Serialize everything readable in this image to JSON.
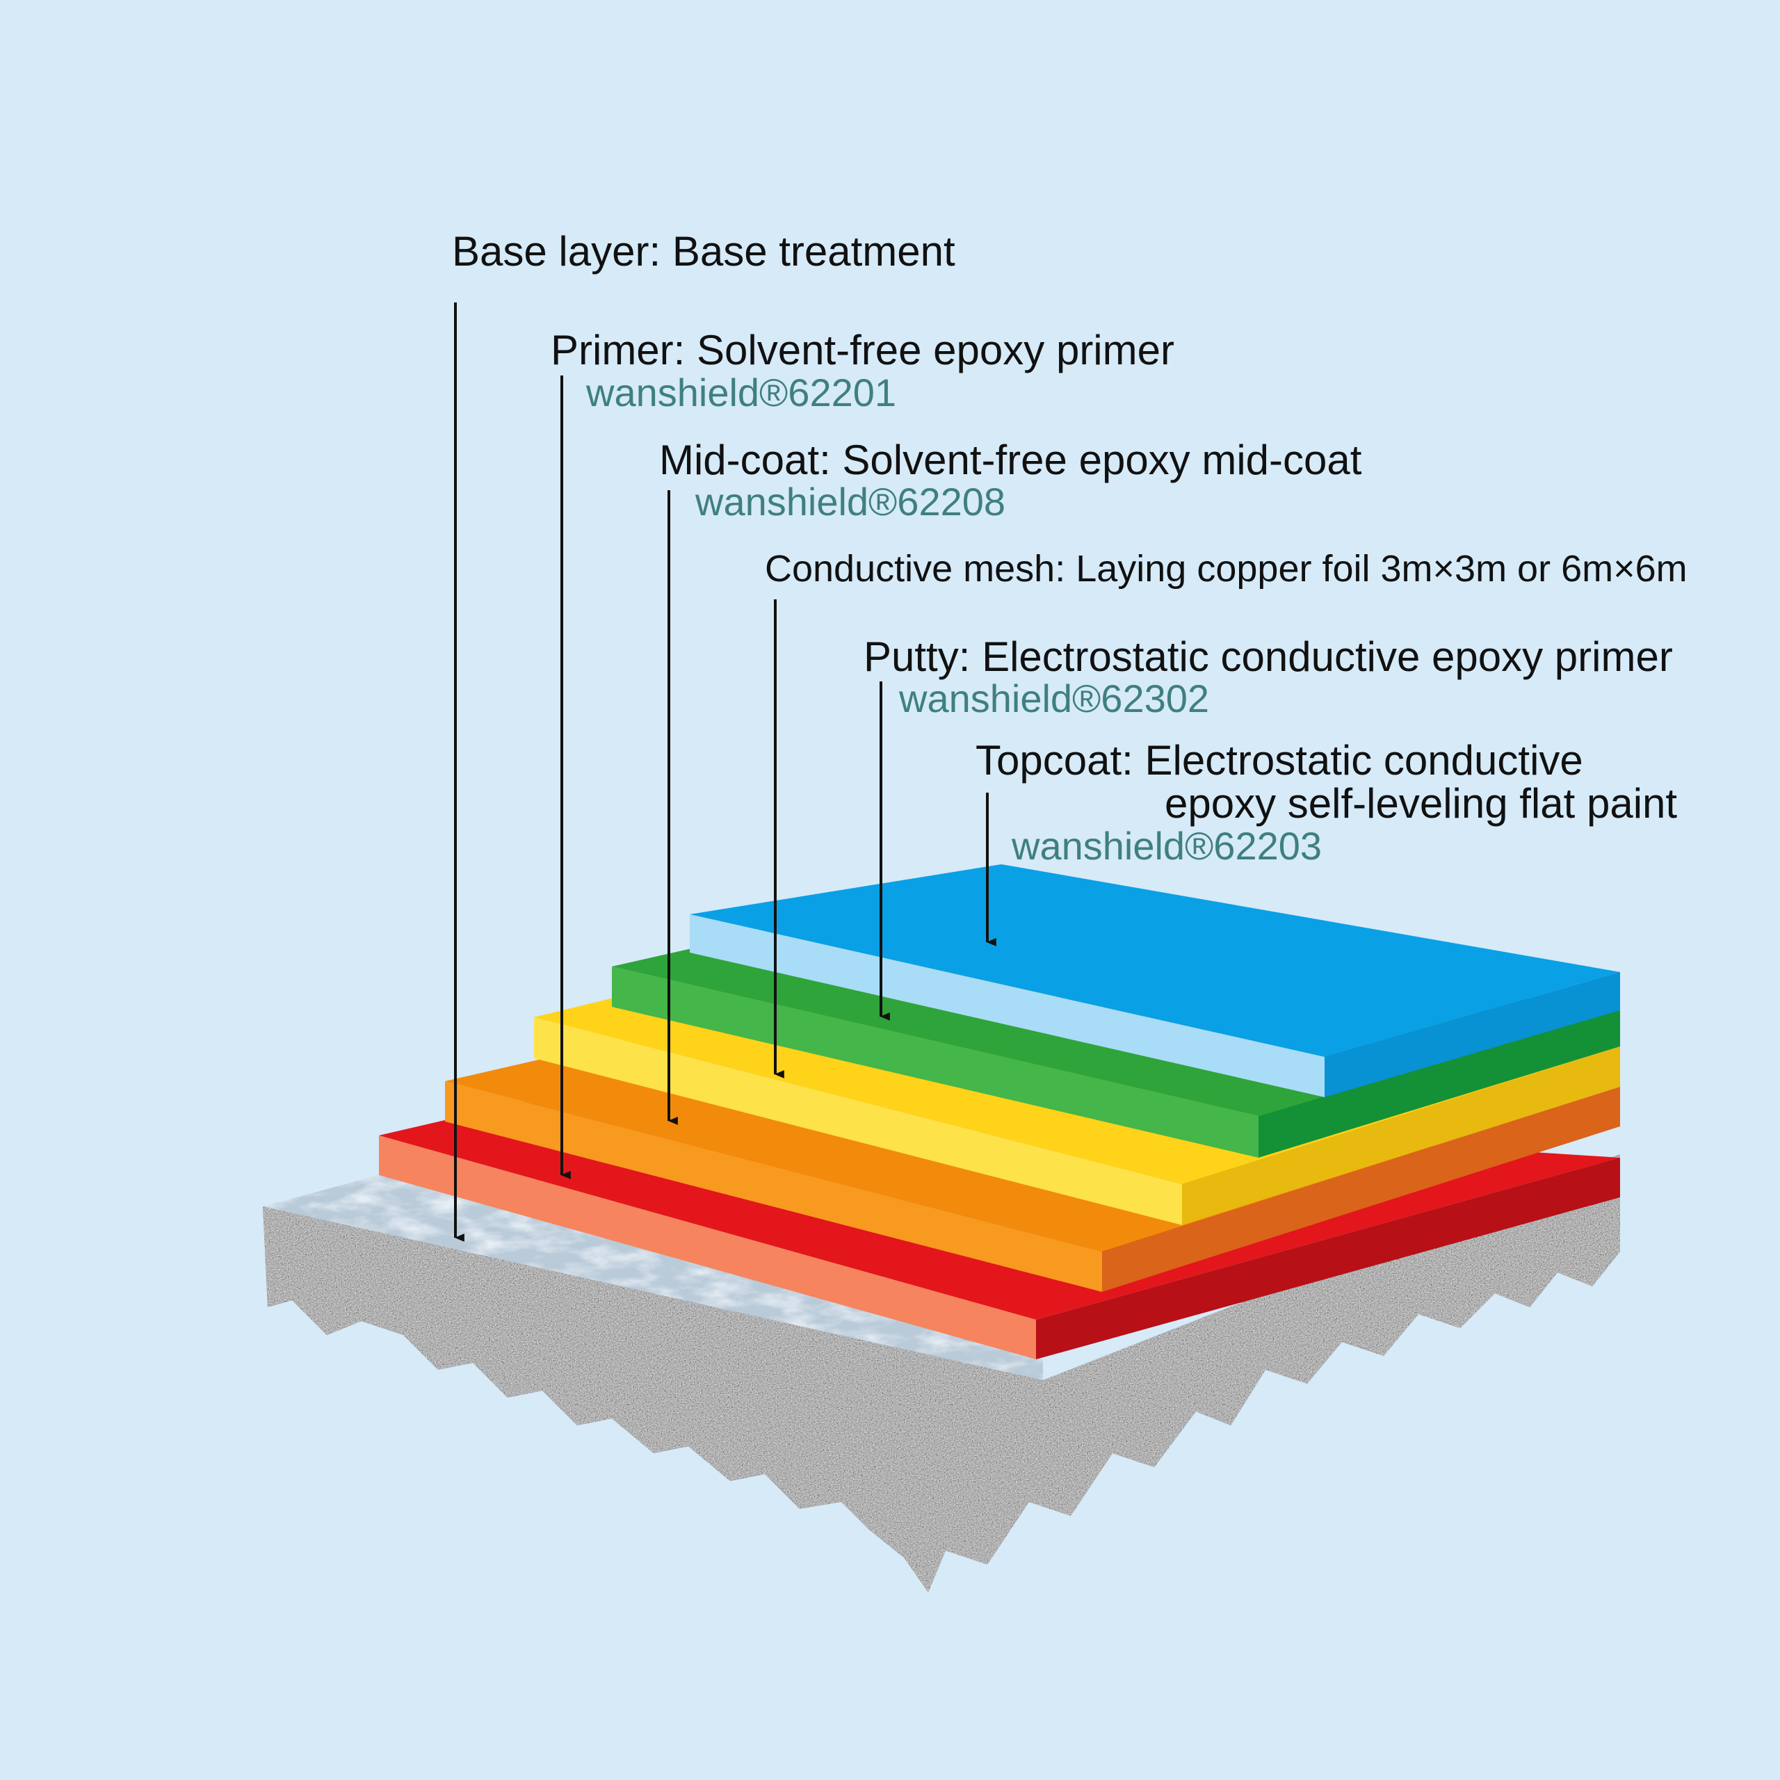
{
  "colors": {
    "background": "#d6eaf8",
    "label_text": "#111111",
    "product_text": "#3f7f80",
    "arrow": "#111111",
    "base_layer": "#4a4a4a",
    "primer_layer": "#e3161c",
    "midcoat_layer": "#f28b0c",
    "mesh_layer": "#ffd319",
    "putty_layer": "#2fa43a",
    "topcoat_layer": "#0aa0e6"
  },
  "layers": [
    {
      "id": "base",
      "title": "Base layer: Base treatment"
    },
    {
      "id": "primer",
      "title": "Primer: Solvent-free epoxy primer",
      "product": "wanshield®62201"
    },
    {
      "id": "midcoat",
      "title": "Mid-coat: Solvent-free epoxy mid-coat",
      "product": "wanshield®62208"
    },
    {
      "id": "mesh",
      "title": "Conductive mesh: Laying copper foil 3m×3m or 6m×6m"
    },
    {
      "id": "putty",
      "title": "Putty: Electrostatic conductive epoxy primer",
      "product": "wanshield®62302"
    },
    {
      "id": "topcoat",
      "title_line1": "Topcoat: Electrostatic conductive",
      "title_line2": "epoxy self-leveling flat paint",
      "product": "wanshield®62203"
    }
  ]
}
